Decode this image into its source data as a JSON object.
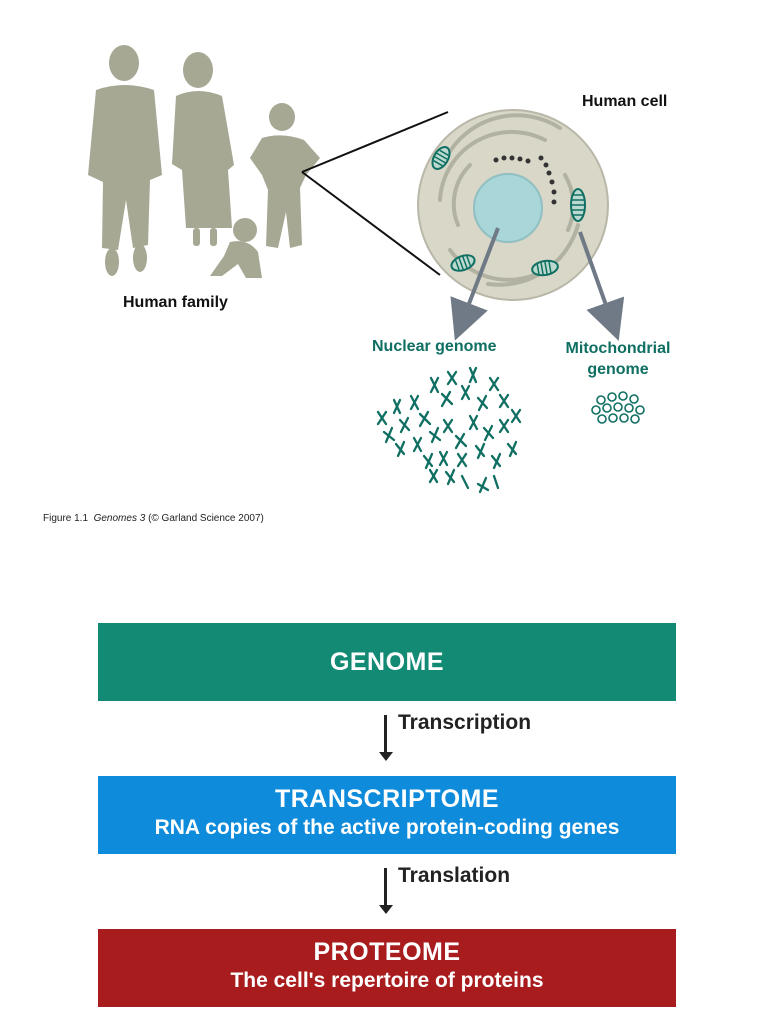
{
  "figure": {
    "human_family_label": "Human family",
    "human_cell_label": "Human cell",
    "nuclear_genome_label": "Nuclear genome",
    "mito_genome_label_line1": "Mitochondrial",
    "mito_genome_label_line2": "genome",
    "caption_prefix": "Figure 1.1",
    "caption_italic": "Genomes 3",
    "caption_suffix": "(© Garland Science 2007)"
  },
  "flow": {
    "genome_title": "GENOME",
    "transcription_label": "Transcription",
    "transcriptome_title": "TRANSCRIPTOME",
    "transcriptome_sub": "RNA copies of the active protein-coding genes",
    "translation_label": "Translation",
    "proteome_title": "PROTEOME",
    "proteome_sub": "The cell's repertoire of proteins"
  },
  "colors": {
    "silhouette": "#a6a894",
    "cell_fill": "#d8d7c8",
    "nucleus_fill": "#a9d6d8",
    "teal": "#0f6f62",
    "genome_box": "#138a74",
    "transcriptome_box": "#0f8bdc",
    "proteome_box": "#a81c1e"
  },
  "icons": {
    "people": "people-silhouette-icon",
    "cell": "cell-icon",
    "chromosome": "chromosome-icon",
    "mito_dna": "mitochondrial-dna-circle-icon"
  }
}
